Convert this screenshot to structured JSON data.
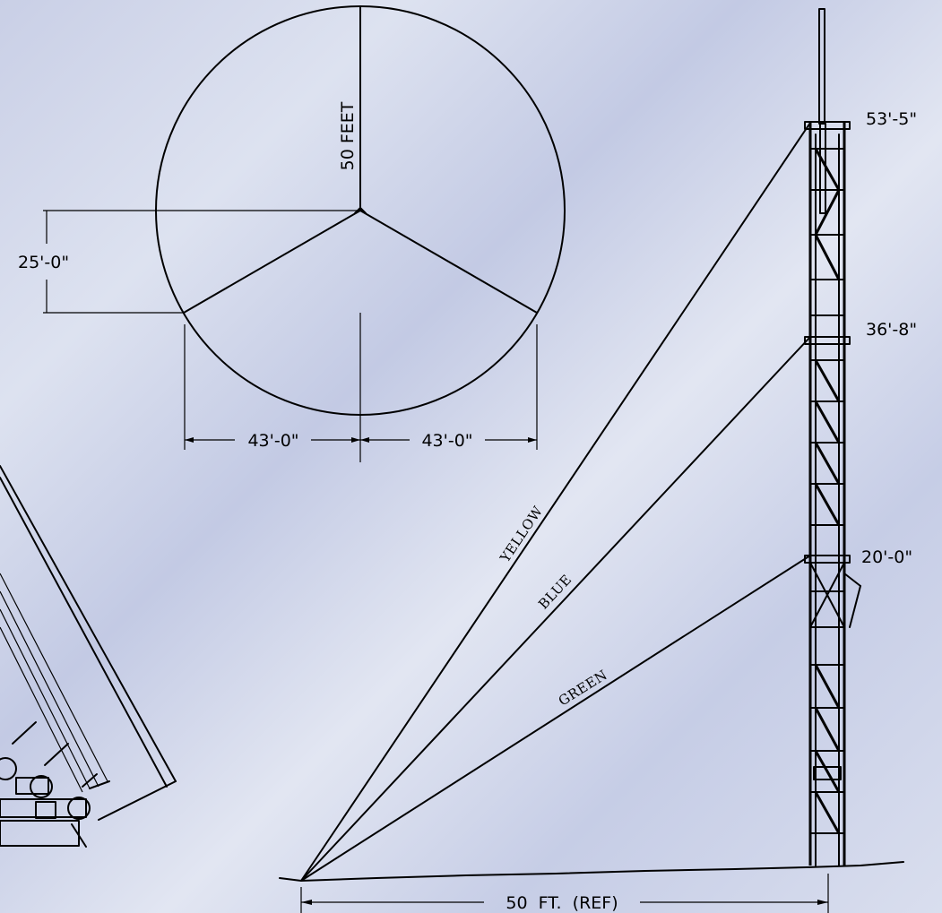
{
  "plan_view": {
    "radius_label": "50 FEET",
    "offset_label": "25'-0\"",
    "half_chord_left": "43'-0\"",
    "half_chord_right": "43'-0\""
  },
  "elevation": {
    "heights": {
      "top": "53'-5\"",
      "middle": "36'-8\"",
      "bottom": "20'-0\""
    },
    "guy_wires": {
      "top": "YELLOW",
      "middle": "BLUE",
      "bottom": "GREEN"
    },
    "base_distance": "50  FT.  (REF)"
  }
}
